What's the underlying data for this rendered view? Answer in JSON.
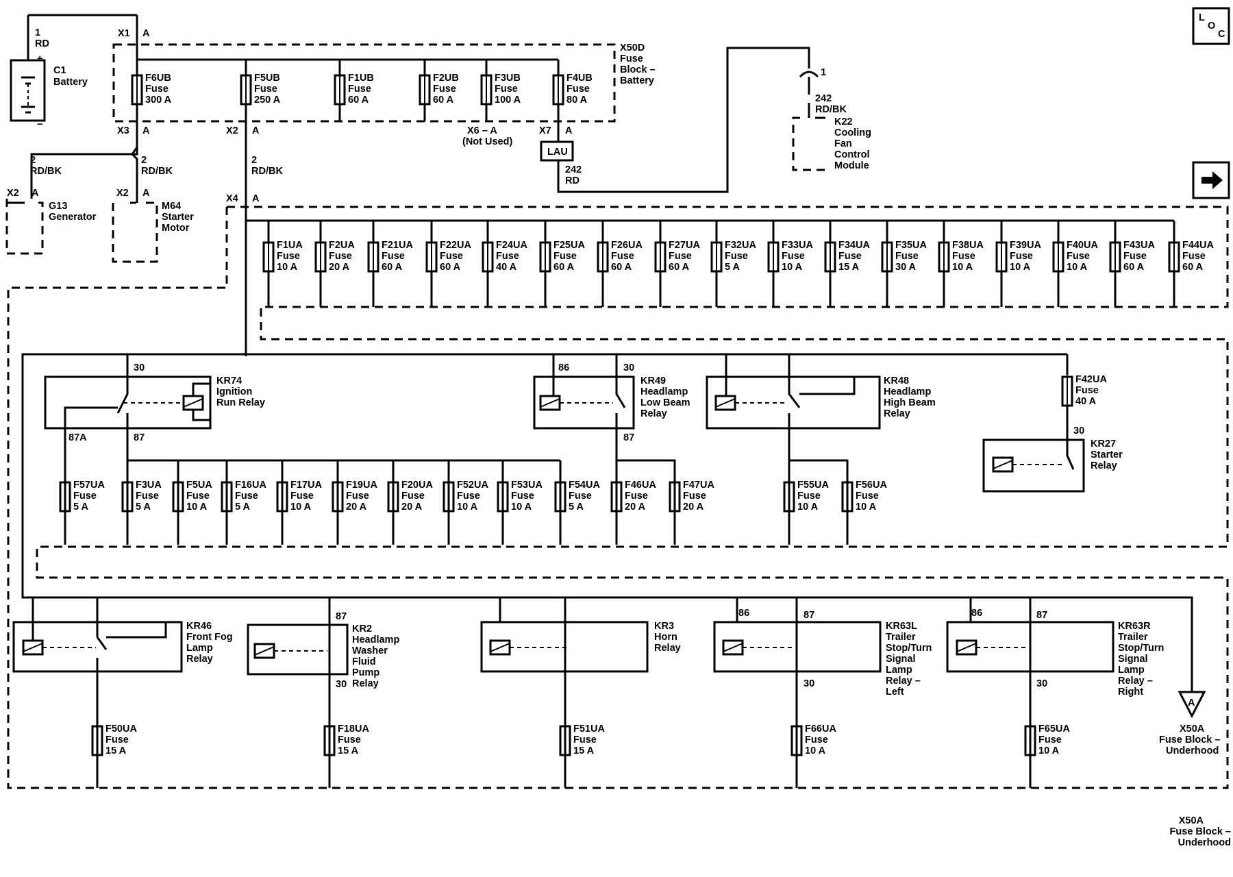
{
  "loc_icon": {
    "line1": "L",
    "line2": "O",
    "line3": "C"
  },
  "battery": {
    "pin": "1",
    "wire": "RD",
    "plus": "+",
    "minus": "−",
    "ref": "C1",
    "name": "Battery"
  },
  "x50d": {
    "x1": "X1",
    "x1_pin": "A",
    "x3": "X3",
    "x3_pin": "A",
    "x2": "X2",
    "x2_pin": "A",
    "x7": "X7",
    "x7_pin": "A",
    "x6_label": "X6 – A",
    "x6_note": "(Not Used)",
    "title_lines": [
      "X50D",
      "Fuse",
      "Block –",
      "Battery"
    ],
    "fuses": [
      {
        "name": "F6UB",
        "type": "Fuse",
        "rating": "300 A"
      },
      {
        "name": "F5UB",
        "type": "Fuse",
        "rating": "250 A"
      },
      {
        "name": "F1UB",
        "type": "Fuse",
        "rating": "60 A"
      },
      {
        "name": "F2UB",
        "type": "Fuse",
        "rating": "60 A"
      },
      {
        "name": "F3UB",
        "type": "Fuse",
        "rating": "100 A"
      },
      {
        "name": "F4UB",
        "type": "Fuse",
        "rating": "80 A"
      }
    ],
    "lau": "LAU"
  },
  "wires": {
    "w2_rdbk": {
      "num": "2",
      "color": "RD/BK"
    },
    "w242_rd": {
      "num": "242",
      "color": "RD"
    },
    "w242_rdbk": {
      "num": "242",
      "color": "RD/BK"
    }
  },
  "generator": {
    "conn": "X2",
    "pin": "A",
    "ref": "G13",
    "name": "Generator"
  },
  "starter_motor": {
    "conn": "X2",
    "pin": "A",
    "ref": "M64",
    "lines": [
      "Starter",
      "Motor"
    ]
  },
  "cooling_module": {
    "pin": "1",
    "ref": "K22",
    "lines": [
      "Cooling",
      "Fan",
      "Control",
      "Module"
    ]
  },
  "x4": {
    "conn": "X4",
    "pin": "A"
  },
  "bus_fuses": [
    {
      "name": "F1UA",
      "type": "Fuse",
      "rating": "10 A"
    },
    {
      "name": "F2UA",
      "type": "Fuse",
      "rating": "20 A"
    },
    {
      "name": "F21UA",
      "type": "Fuse",
      "rating": "60 A"
    },
    {
      "name": "F22UA",
      "type": "Fuse",
      "rating": "60 A"
    },
    {
      "name": "F24UA",
      "type": "Fuse",
      "rating": "40 A"
    },
    {
      "name": "F25UA",
      "type": "Fuse",
      "rating": "60 A"
    },
    {
      "name": "F26UA",
      "type": "Fuse",
      "rating": "60 A"
    },
    {
      "name": "F27UA",
      "type": "Fuse",
      "rating": "60 A"
    },
    {
      "name": "F32UA",
      "type": "Fuse",
      "rating": "5 A"
    },
    {
      "name": "F33UA",
      "type": "Fuse",
      "rating": "10 A"
    },
    {
      "name": "F34UA",
      "type": "Fuse",
      "rating": "15 A"
    },
    {
      "name": "F35UA",
      "type": "Fuse",
      "rating": "30 A"
    },
    {
      "name": "F38UA",
      "type": "Fuse",
      "rating": "10 A"
    },
    {
      "name": "F39UA",
      "type": "Fuse",
      "rating": "10 A"
    },
    {
      "name": "F40UA",
      "type": "Fuse",
      "rating": "10 A"
    },
    {
      "name": "F43UA",
      "type": "Fuse",
      "rating": "60 A"
    },
    {
      "name": "F44UA",
      "type": "Fuse",
      "rating": "60 A"
    }
  ],
  "relays_mid": {
    "kr74": {
      "ref": "KR74",
      "lines": [
        "Ignition",
        "Run Relay"
      ],
      "pin_in": "30",
      "pin_nc": "87A",
      "pin_no": "87"
    },
    "kr49": {
      "ref": "KR49",
      "lines": [
        "Headlamp",
        "Low Beam",
        "Relay"
      ],
      "pin_coil": "86",
      "pin_in": "30",
      "pin_out": "87"
    },
    "kr48": {
      "ref": "KR48",
      "lines": [
        "Headlamp",
        "High Beam",
        "Relay"
      ]
    },
    "kr27": {
      "ref": "KR27",
      "lines": [
        "Starter",
        "Relay"
      ],
      "pin_in": "30"
    }
  },
  "f42": {
    "name": "F42UA",
    "type": "Fuse",
    "rating": "40 A"
  },
  "row2_fuses": [
    {
      "name": "F57UA",
      "type": "Fuse",
      "rating": "5 A"
    },
    {
      "name": "F3UA",
      "type": "Fuse",
      "rating": "5 A"
    },
    {
      "name": "F5UA",
      "type": "Fuse",
      "rating": "10 A"
    },
    {
      "name": "F16UA",
      "type": "Fuse",
      "rating": "5 A"
    },
    {
      "name": "F17UA",
      "type": "Fuse",
      "rating": "10 A"
    },
    {
      "name": "F19UA",
      "type": "Fuse",
      "rating": "20 A"
    },
    {
      "name": "F20UA",
      "type": "Fuse",
      "rating": "20 A"
    },
    {
      "name": "F52UA",
      "type": "Fuse",
      "rating": "10 A"
    },
    {
      "name": "F53UA",
      "type": "Fuse",
      "rating": "10 A"
    },
    {
      "name": "F54UA",
      "type": "Fuse",
      "rating": "5 A"
    },
    {
      "name": "F46UA",
      "type": "Fuse",
      "rating": "20 A"
    },
    {
      "name": "F47UA",
      "type": "Fuse",
      "rating": "20 A"
    },
    {
      "name": "F55UA",
      "type": "Fuse",
      "rating": "10 A"
    },
    {
      "name": "F56UA",
      "type": "Fuse",
      "rating": "10 A"
    }
  ],
  "relays_bottom": [
    {
      "ref": "KR46",
      "lines": [
        "Front Fog",
        "Lamp",
        "Relay"
      ]
    },
    {
      "ref": "KR2",
      "lines": [
        "Headlamp",
        "Washer",
        "Fluid",
        "Pump",
        "Relay"
      ],
      "pin_top": "87",
      "pin_bottom": "30"
    },
    {
      "ref": "KR3",
      "lines": [
        "Horn",
        "Relay"
      ]
    },
    {
      "ref": "KR63L",
      "lines": [
        "Trailer",
        "Stop/Turn",
        "Signal",
        "Lamp",
        "Relay –",
        "Left"
      ],
      "pin_coil": "86",
      "pin_top": "87",
      "pin_bottom": "30"
    },
    {
      "ref": "KR63R",
      "lines": [
        "Trailer",
        "Stop/Turn",
        "Signal",
        "Lamp",
        "Relay –",
        "Right"
      ],
      "pin_coil": "86",
      "pin_top": "87",
      "pin_bottom": "30"
    }
  ],
  "bottom_fuses": [
    {
      "name": "F50UA",
      "type": "Fuse",
      "rating": "15 A"
    },
    {
      "name": "F18UA",
      "type": "Fuse",
      "rating": "15 A"
    },
    {
      "name": "F51UA",
      "type": "Fuse",
      "rating": "15 A"
    },
    {
      "name": "F66UA",
      "type": "Fuse",
      "rating": "10 A"
    },
    {
      "name": "F65UA",
      "type": "Fuse",
      "rating": "10 A"
    }
  ],
  "offpage": {
    "letter": "A",
    "lines": [
      "X50A",
      "Fuse Block –",
      "Underhood"
    ]
  },
  "footer": {
    "lines": [
      "X50A",
      "Fuse Block –",
      "Underhood"
    ]
  }
}
